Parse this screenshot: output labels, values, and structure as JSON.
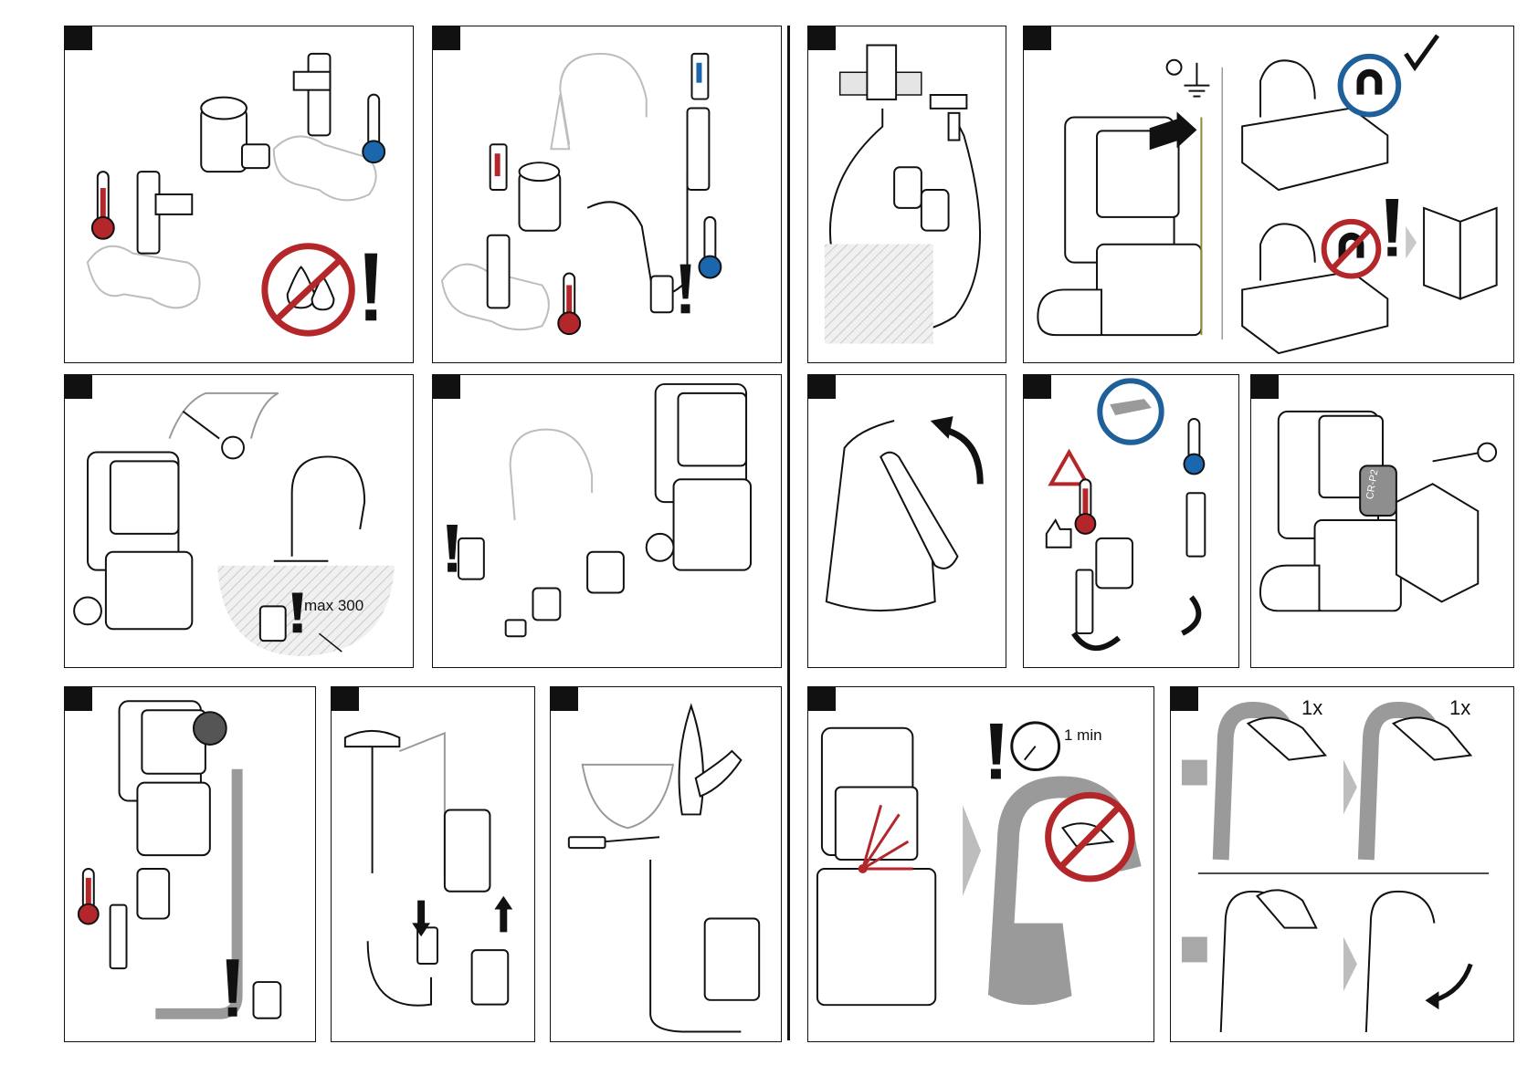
{
  "labels": {
    "max_height": "max 300",
    "wait_time": "1 min",
    "press_once_a": "1x",
    "press_once_b": "1x",
    "unit_code": "CR-P2"
  },
  "colors": {
    "hot": "#b3262a",
    "cold": "#1a67ad",
    "prohibit": "#b3262a",
    "info_ring": "#1f5f9a",
    "step_gray": "#a8a8a8"
  },
  "icons": [
    "thermometer-hot-icon",
    "thermometer-cold-icon",
    "no-water-drops-icon",
    "warning-exclamation-icon",
    "magnet-ok-icon",
    "magnet-prohibited-icon",
    "ground-symbol-icon",
    "checkmark-icon",
    "hot-surface-warning-icon",
    "thumbs-up-icon",
    "stopwatch-icon",
    "no-hand-icon",
    "rotate-arrow-icon",
    "spray-info-icon",
    "next-step-arrow-icon"
  ]
}
